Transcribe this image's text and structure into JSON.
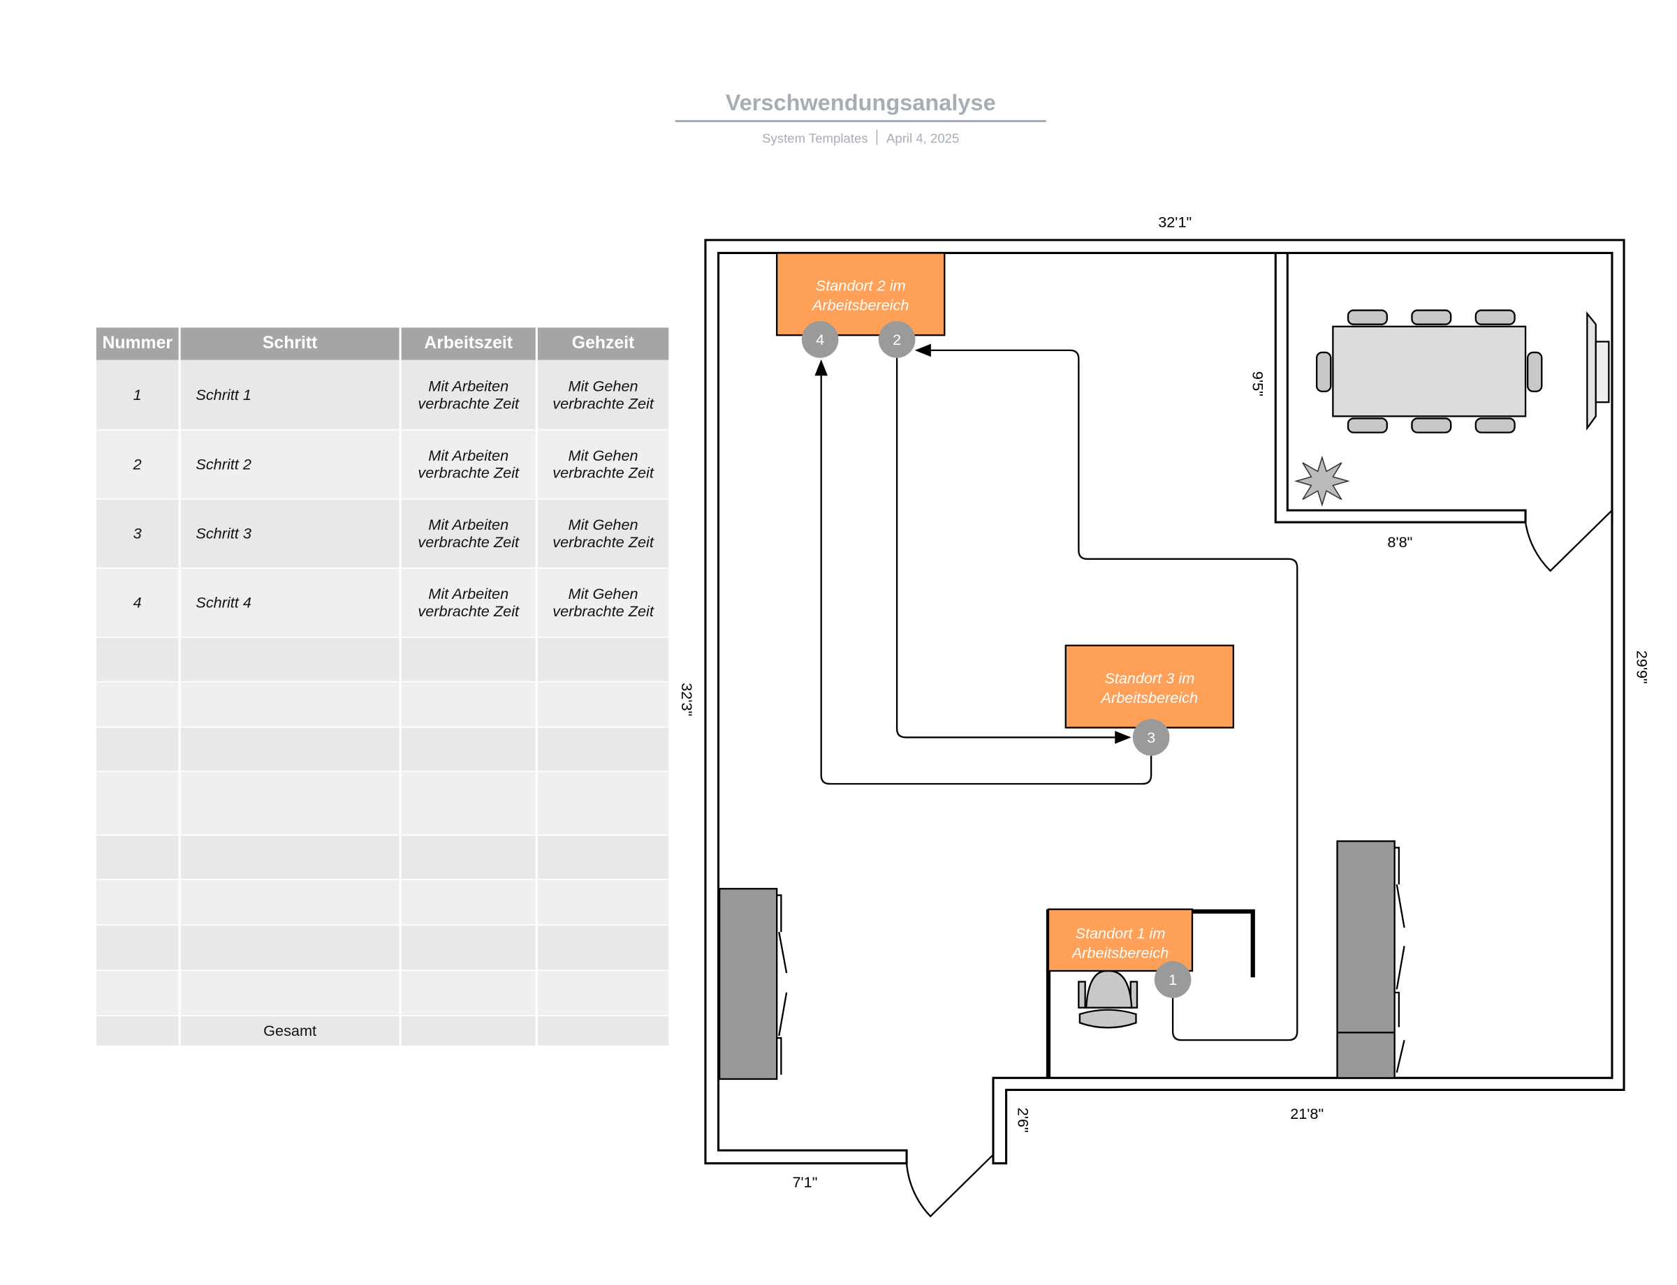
{
  "header": {
    "title": "Verschwendungsanalyse",
    "author": "System Templates",
    "date": "April 4, 2025"
  },
  "table": {
    "columns": [
      "Nummer",
      "Schritt",
      "Arbeitszeit",
      "Gehzeit"
    ],
    "rows": [
      {
        "num": "1",
        "step": "Schritt 1",
        "work": "Mit Arbeiten verbrachte Zeit",
        "walk": "Mit Gehen verbrachte Zeit"
      },
      {
        "num": "2",
        "step": "Schritt 2",
        "work": "Mit Arbeiten verbrachte Zeit",
        "walk": "Mit Gehen verbrachte Zeit"
      },
      {
        "num": "3",
        "step": "Schritt 3",
        "work": "Mit Arbeiten verbrachte Zeit",
        "walk": "Mit Gehen verbrachte Zeit"
      },
      {
        "num": "4",
        "step": "Schritt 4",
        "work": "Mit Arbeiten verbrachte Zeit",
        "walk": "Mit Gehen verbrachte Zeit"
      }
    ],
    "total_label": "Gesamt"
  },
  "floorplan": {
    "locations": [
      {
        "label1": "Standort 2 im",
        "label2": "Arbeitsbereich"
      },
      {
        "label1": "Standort 3 im",
        "label2": "Arbeitsbereich"
      },
      {
        "label1": "Standort 1 im",
        "label2": "Arbeitsbereich"
      }
    ],
    "markers": [
      "1",
      "2",
      "3",
      "4"
    ],
    "dimensions": {
      "top": "32'1\"",
      "meeting_height": "9'5\"",
      "meeting_width": "8'8\"",
      "right": "29'9\"",
      "left": "32'3\"",
      "door": "2'6\"",
      "bottom_right": "21'8\"",
      "bottom_left": "7'1\""
    },
    "colors": {
      "location": "#fea057",
      "marker": "#9a9a9a",
      "desk": "#999999"
    }
  }
}
